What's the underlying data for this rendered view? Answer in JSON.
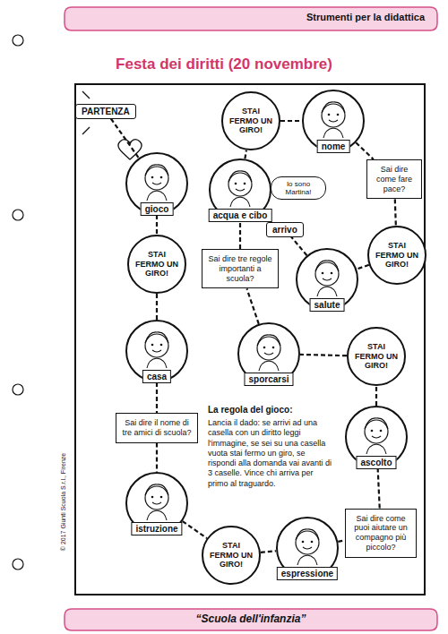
{
  "diagram": {
    "title": "Festa dei diritti (20 novembre)",
    "nodes": [
      {
        "text": [
          "PARTENZA"
        ]
      },
      {
        "text": [
          "gioco"
        ]
      },
      {
        "text": [
          "STAI FERMO UN GIRO!"
        ]
      },
      {
        "text": [
          "casa"
        ]
      },
      {
        "text": [
          "Sai dire il nome di tre amici di scuola?"
        ]
      },
      {
        "text": [
          "istruzione"
        ]
      },
      {
        "text": [
          "STAI FERMO UN GIRO!"
        ]
      },
      {
        "text": [
          "espressione"
        ]
      },
      {
        "text": [
          "Sai dire come puoi aiutare un compagno più piccolo?"
        ]
      },
      {
        "text": [
          "ascolto"
        ]
      },
      {
        "text": [
          "STAI FERMO UN GIRO!"
        ]
      },
      {
        "text": [
          "sporcarsi"
        ]
      },
      {
        "text": [
          "Sai dire tre regole importanti a scuola?"
        ]
      },
      {
        "text": [
          "acqua e cibo"
        ]
      },
      {
        "text": [
          "STAI FERMO UN GIRO!"
        ]
      },
      {
        "text": [
          "nome"
        ]
      },
      {
        "text": [
          "Io sono Martina!"
        ]
      },
      {
        "text": [
          "Sai dire come fare pace?"
        ]
      },
      {
        "text": [
          "STAI FERMO UN GIRO!"
        ]
      },
      {
        "text": [
          "salute"
        ]
      },
      {
        "text": [
          "arrivo"
        ]
      }
    ],
    "edges": [
      {
        "from": 0,
        "to": 1,
        "arrow": "none"
      },
      {
        "from": 1,
        "to": 2,
        "arrow": "none"
      },
      {
        "from": 2,
        "to": 3,
        "arrow": "none"
      },
      {
        "from": 3,
        "to": 4,
        "arrow": "none"
      },
      {
        "from": 4,
        "to": 5,
        "arrow": "none"
      },
      {
        "from": 5,
        "to": 6,
        "arrow": "none"
      },
      {
        "from": 6,
        "to": 7,
        "arrow": "none"
      },
      {
        "from": 7,
        "to": 8,
        "arrow": "none"
      },
      {
        "from": 8,
        "to": 9,
        "arrow": "none"
      },
      {
        "from": 9,
        "to": 10,
        "arrow": "none"
      },
      {
        "from": 10,
        "to": 11,
        "arrow": "none"
      },
      {
        "from": 11,
        "to": 12,
        "arrow": "none"
      },
      {
        "from": 12,
        "to": 13,
        "arrow": "none"
      },
      {
        "from": 13,
        "to": 14,
        "arrow": "none"
      },
      {
        "from": 14,
        "to": 15,
        "arrow": "none"
      },
      {
        "from": 15,
        "to": 17,
        "arrow": "none"
      },
      {
        "from": 17,
        "to": 18,
        "arrow": "none"
      },
      {
        "from": 18,
        "to": 19,
        "arrow": "none"
      },
      {
        "from": 19,
        "to": 20,
        "arrow": "none"
      }
    ],
    "labels": [
      "Strumenti per la didattica",
      "© 2017 Giunti Scuola S.r.l., Firenze",
      "La regola del gioco:",
      "Lancia il dado: se arrivi ad una casella con un diritto leggi l'immagine, se sei su una casella vuota stai fermo un giro, se rispondi alla domanda vai avanti di 3 caselle. Vince chi arriva per primo al traguardo.",
      "“Scuola dell'infanzia”"
    ]
  }
}
